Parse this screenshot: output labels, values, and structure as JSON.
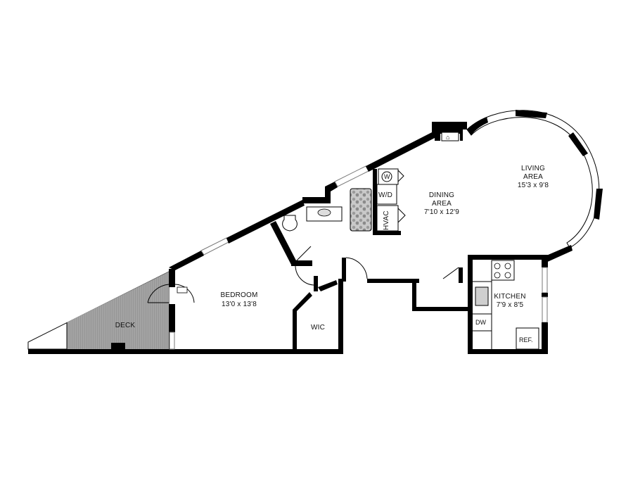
{
  "rooms": {
    "living": {
      "name_l1": "LIVING",
      "name_l2": "AREA",
      "dims": "15'3 x 9'8"
    },
    "dining": {
      "name_l1": "DINING",
      "name_l2": "AREA",
      "dims": "7'10 x 12'9"
    },
    "bedroom": {
      "name": "BEDROOM",
      "dims": "13'0 x 13'8"
    },
    "kitchen": {
      "name": "KITCHEN",
      "dims": "7'9 x 8'5"
    },
    "deck": {
      "name": "DECK"
    },
    "wic": {
      "name": "WIC"
    }
  },
  "fixtures": {
    "washer": "W",
    "washer_dryer": "W/D",
    "hvac": "HVAC",
    "dishwasher": "DW",
    "refrigerator": "REF."
  },
  "colors": {
    "wall": "#000000",
    "deck_fill": "#9b9b9b",
    "window_frame": "#777777"
  }
}
